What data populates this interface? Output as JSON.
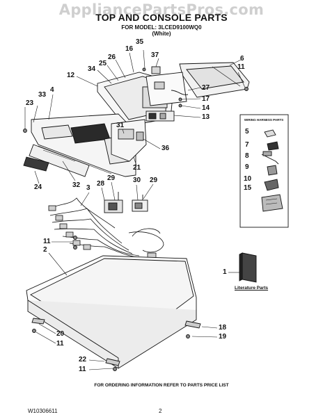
{
  "watermark": "AppliancePartsPros.com",
  "header": {
    "title": "TOP AND CONSOLE PARTS",
    "model_line": "FOR MODEL: 3LCED9100WQ0",
    "color_line": "(White)"
  },
  "wiring_harness_parts": {
    "title": "WIRING HARNESS PARTS"
  },
  "literature": {
    "label": "Literature Parts"
  },
  "callouts": {
    "c35": "35",
    "c16": "16",
    "c37": "37",
    "c26": "26",
    "c25": "25",
    "c34": "34",
    "c12": "12",
    "c6": "6",
    "c11a": "11",
    "c27": "27",
    "c17": "17",
    "c14": "14",
    "c13": "13",
    "c33": "33",
    "c4": "4",
    "c23": "23",
    "c31": "31",
    "c36": "36",
    "c21": "21",
    "c29a": "29",
    "c30": "30",
    "c29b": "29",
    "c28": "28",
    "c24": "24",
    "c32": "32",
    "c3": "3",
    "c11b": "11",
    "c2": "2",
    "c5": "5",
    "c7": "7",
    "c8": "8",
    "c9": "9",
    "c10": "10",
    "c15": "15",
    "c1": "1",
    "c18": "18",
    "c19": "19",
    "c20": "20",
    "c11c": "11",
    "c22": "22",
    "c11d": "11"
  },
  "footer": {
    "order_info": "FOR ORDERING INFORMATION REFER TO PARTS PRICE LIST",
    "doc_number": "W10306611",
    "page_number": "2"
  }
}
